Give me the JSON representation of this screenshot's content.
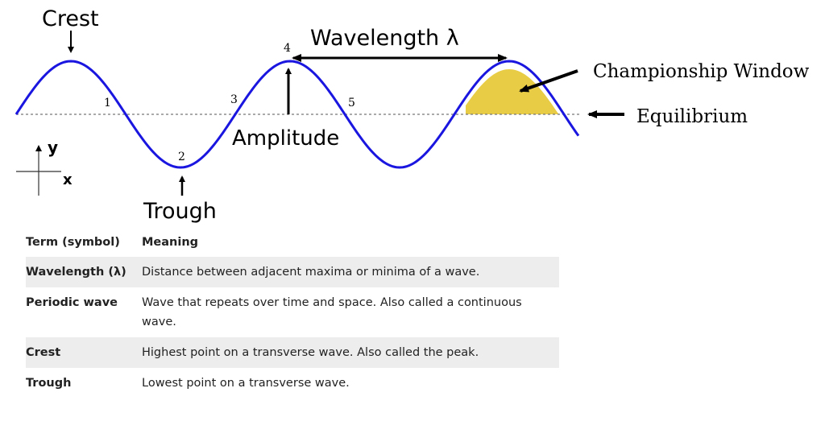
{
  "diagram": {
    "labels": {
      "crest": "Crest",
      "trough": "Trough",
      "wavelength": "Wavelength λ",
      "amplitude": "Amplitude",
      "championship_window": "Championship Window",
      "equilibrium": "Equilibrium",
      "axis_y": "y",
      "axis_x": "x",
      "point_1": "1",
      "point_2": "2",
      "point_3": "3",
      "point_4": "4",
      "point_5": "5"
    },
    "colors": {
      "wave": "#1a16e0",
      "window_fill": "#e8cc45",
      "equilibrium_line": "#777777",
      "arrows": "#000000"
    }
  },
  "table": {
    "headers": {
      "term": "Term (symbol)",
      "meaning": "Meaning"
    },
    "rows": [
      {
        "term": "Wavelength (λ)",
        "meaning": "Distance between adjacent maxima or minima of a wave."
      },
      {
        "term": "Periodic wave",
        "meaning": "Wave that repeats over time and space. Also called a continuous wave."
      },
      {
        "term": "Crest",
        "meaning": "Highest point on a transverse wave. Also called the peak."
      },
      {
        "term": "Trough",
        "meaning": "Lowest point on a transverse wave."
      }
    ]
  }
}
